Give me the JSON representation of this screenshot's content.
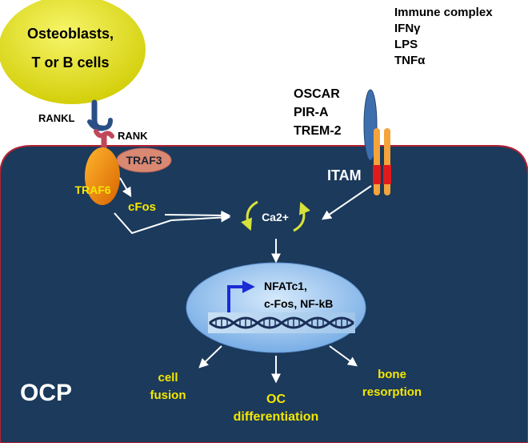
{
  "title": "",
  "colors": {
    "cell_fill": "#1b3a5c",
    "cell_border": "#b22234",
    "source_cell_fill": "#e8e61a",
    "rankl_stroke": "#2a4f86",
    "rank_stroke": "#c0485a",
    "traf6_fill": "#f08a00",
    "traf3_fill": "#d98872",
    "receptor_fill": "#3d6fae",
    "itam_red": "#e01b1b",
    "adaptor_orange": "#f4a43a",
    "nucleus_fill": "#9ec7ef",
    "arrow_white": "#ffffff",
    "label_yellow": "#f5e700",
    "promoter_arrow": "#1a2bd6",
    "calcium_green": "#d7e23a"
  },
  "source_cell": {
    "line1": "Osteoblasts,",
    "line2": "T or B cells"
  },
  "ligand": {
    "label": "RANKL"
  },
  "receptor": {
    "label": "RANK"
  },
  "adaptors": {
    "traf6": "TRAF6",
    "traf3": "TRAF3"
  },
  "stimuli": {
    "items": [
      "Immune complex",
      "IFNγ",
      "LPS",
      "TNFα"
    ]
  },
  "co_receptors": {
    "items": [
      "OSCAR",
      "PIR-A",
      "TREM-2"
    ]
  },
  "itam": {
    "label": "ITAM"
  },
  "signals": {
    "cfos": "cFos",
    "calcium": "Ca2+"
  },
  "nucleus": {
    "genes_line1": "NFATc1,",
    "genes_line2": "c-Fos, NF-kB"
  },
  "outcomes": {
    "fusion_line1": "cell",
    "fusion_line2": "fusion",
    "differentiation_line1": "OC",
    "differentiation_line2": "differentiation",
    "resorption_line1": "bone",
    "resorption_line2": "resorption"
  },
  "cell_label": "OCP"
}
